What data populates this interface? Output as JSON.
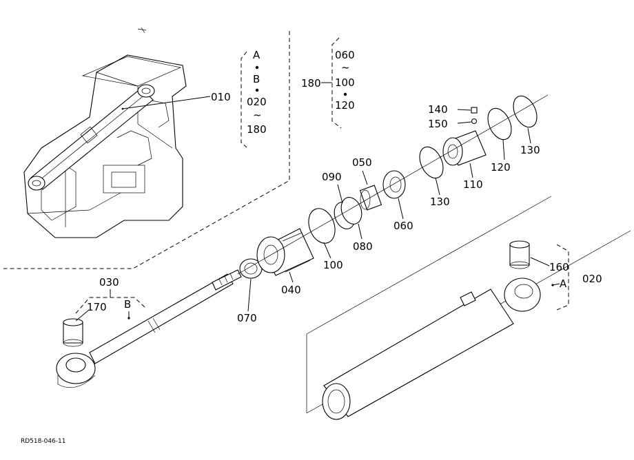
{
  "figure_id": "RD518-046-11",
  "callouts": {
    "p010": "010",
    "p020": "020",
    "p030": "030",
    "p040": "040",
    "p050": "050",
    "p060a": "060",
    "p060b": "060",
    "p070": "070",
    "p080": "080",
    "p090": "090",
    "p100": "100",
    "p110": "110",
    "p120": "120",
    "p130a": "130",
    "p130b": "130",
    "p140": "140",
    "p150": "150",
    "p160": "160",
    "p170": "170",
    "p180": "180",
    "ref_a": "A",
    "ref_b": "B",
    "ref_a2": "A",
    "ref_b2": "B"
  },
  "group_010": {
    "a": "A",
    "b": "B",
    "from": "020",
    "tilde": "~",
    "to": "180"
  },
  "group_180": {
    "label": "180",
    "from": "060",
    "tilde": "~",
    "mid": "100",
    "end": "120"
  }
}
